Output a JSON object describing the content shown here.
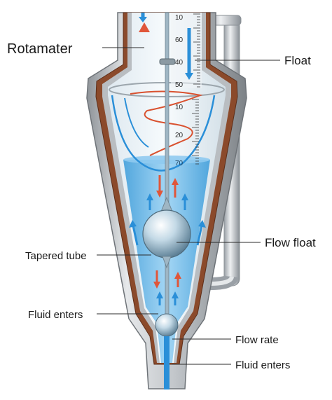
{
  "labels": {
    "rotamater": "Rotamater",
    "float": "Float",
    "flow_float": "Flow float",
    "tapered_tube": "Tapered tube",
    "fluid_enters_left": "Fluid enters",
    "flow_rate": "Flow rate",
    "fluid_enters_bottom": "Fluid enters"
  },
  "scale_top": [
    "10",
    "60",
    "40",
    "50"
  ],
  "scale_bottom": [
    "10",
    "20",
    "70"
  ],
  "colors": {
    "water": "#5fb3e6",
    "brown_lining": "#8b4a2b",
    "metal": "#c9ccd0",
    "arrow_blue": "#2a8fd8",
    "arrow_red": "#e0563a"
  }
}
